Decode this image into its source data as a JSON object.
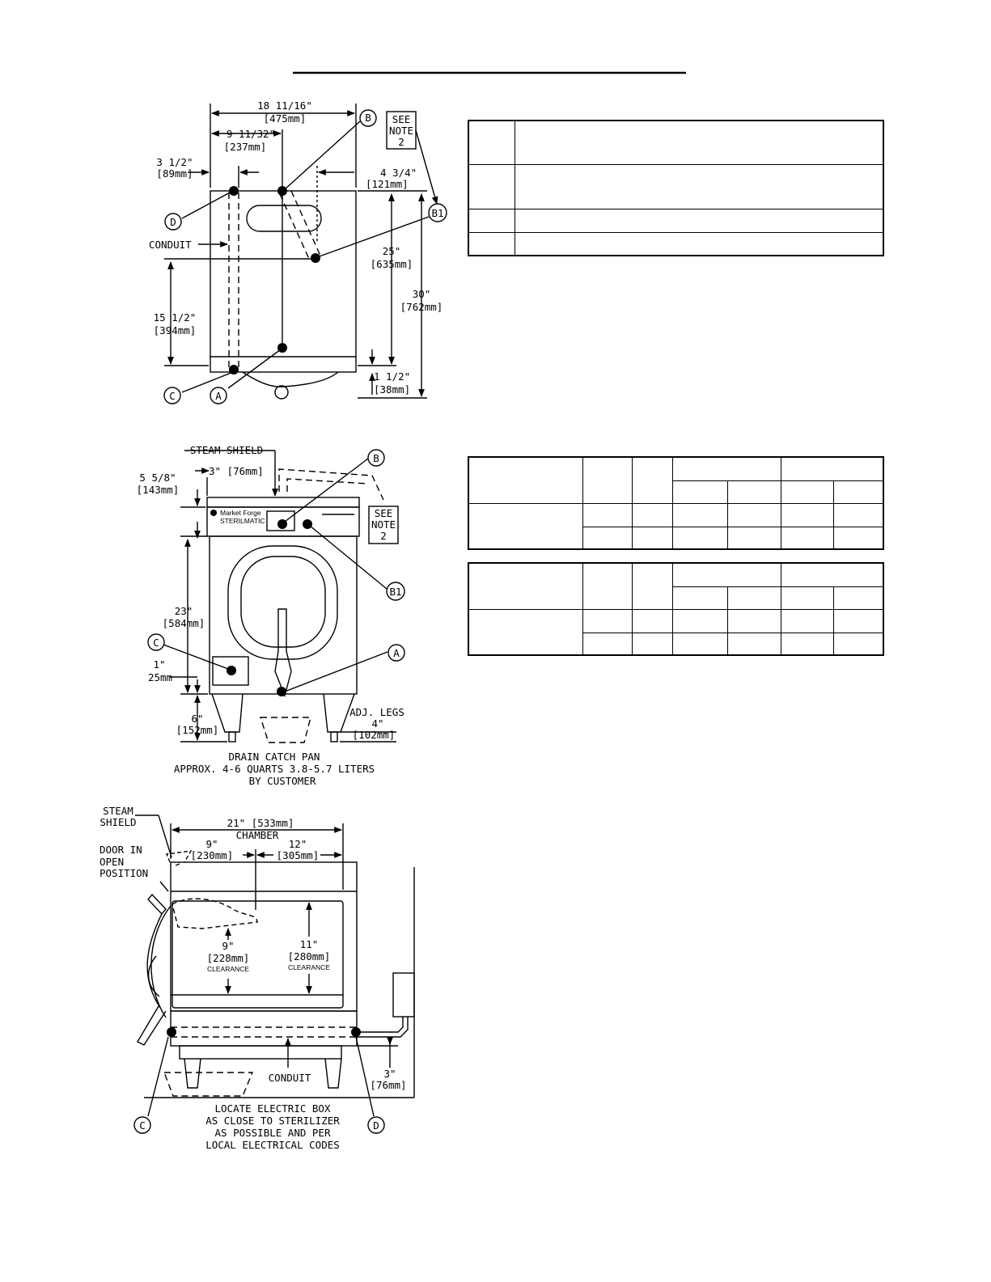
{
  "page": {
    "title": ""
  },
  "top_view": {
    "dim_overall_width": "18 11/16\"",
    "dim_overall_width_mm": "[475mm]",
    "dim_center": "9 11/32\"",
    "dim_center_mm": "[237mm]",
    "dim_left": "3 1/2\"",
    "dim_left_mm": "[89mm]",
    "dim_right": "4 3/4\"",
    "dim_right_mm": "[121mm]",
    "dim_depth_25": "25\"",
    "dim_depth_25_mm": "[635mm]",
    "dim_depth_30": "30\"",
    "dim_depth_30_mm": "[762mm]",
    "dim_15": "15 1/2\"",
    "dim_15_mm": "[394mm]",
    "dim_1_5": "1 1/2\"",
    "dim_1_5_mm": "[38mm]",
    "conduit": "CONDUIT",
    "note_1": "SEE",
    "note_2": "NOTE",
    "note_3": "2"
  },
  "front_view": {
    "steam_shield": "STEAM SHIELD",
    "dim_3": "3\" [76mm]",
    "dim_5_5_8": "5 5/8\"",
    "dim_5_5_8_mm": "[143mm]",
    "dim_23": "23\"",
    "dim_23_mm": "[584mm]",
    "dim_1": "1\"",
    "dim_1_mm": "25mm",
    "dim_6": "6\"",
    "dim_6_mm": "[152mm]",
    "adj_legs": "ADJ. LEGS",
    "dim_4": "4\"",
    "dim_4_mm": "[102mm]",
    "drain_1": "DRAIN CATCH PAN",
    "drain_2": "APPROX. 4-6 QUARTS 3.8-5.7 LITERS",
    "drain_3": "BY CUSTOMER",
    "brand": "Market Forge",
    "model": "STERILMATIC",
    "note_1": "SEE",
    "note_2": "NOTE",
    "note_3": "2"
  },
  "side_view": {
    "steam_shield_1": "STEAM",
    "steam_shield_2": "SHIELD",
    "door_1": "DOOR IN",
    "door_2": "OPEN",
    "door_3": "POSITION",
    "dim_21": "21\" [533mm]",
    "chamber": "CHAMBER",
    "dim_9_top": "9\"",
    "dim_9_top_mm": "[230mm]",
    "dim_12": "12\"",
    "dim_12_mm": "[305mm]",
    "dim_9_clr": "9\"",
    "dim_9_clr_mm": "[228mm]",
    "clearance": "CLEARANCE",
    "dim_11": "11\"",
    "dim_11_mm": "[280mm]",
    "conduit": "CONDUIT",
    "dim_3": "3\"",
    "dim_3_mm": "[76mm]",
    "locate_1": "LOCATE ELECTRIC BOX",
    "locate_2": "AS CLOSE TO STERILIZER",
    "locate_3": "AS POSSIBLE AND PER",
    "locate_4": "LOCAL ELECTRICAL CODES"
  },
  "callouts": {
    "a": "A",
    "b": "B",
    "b1": "B1",
    "c": "C",
    "d": "D"
  }
}
